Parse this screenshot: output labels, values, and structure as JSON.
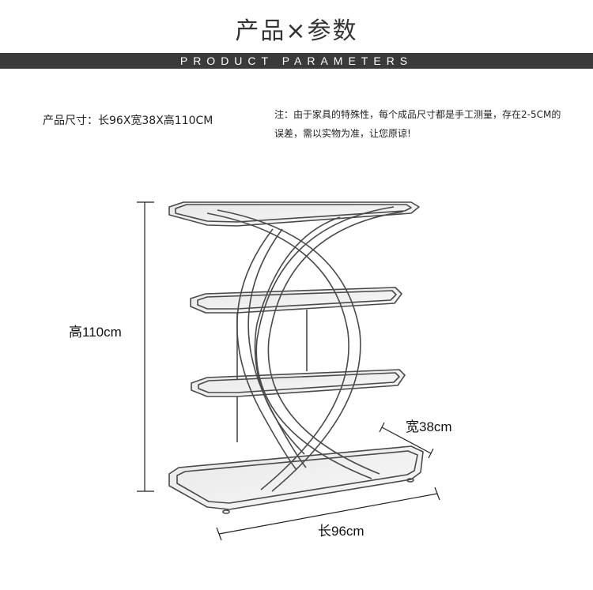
{
  "header": {
    "title": "产品×参数",
    "subtitle": "PRODUCT PARAMETERS"
  },
  "specs": {
    "size_line": "产品尺寸：长96X宽38X高110CM",
    "note": "注：由于家具的特殊性，每个成品尺寸都是手工测量，存在2-5CM的误差，需以实物为准，让您原谅!"
  },
  "dimensions": {
    "height_label": "高110cm",
    "width_label": "宽38cm",
    "length_label": "长96cm"
  },
  "colors": {
    "band": "#3a3a3a",
    "line": "#4a4a4a"
  }
}
